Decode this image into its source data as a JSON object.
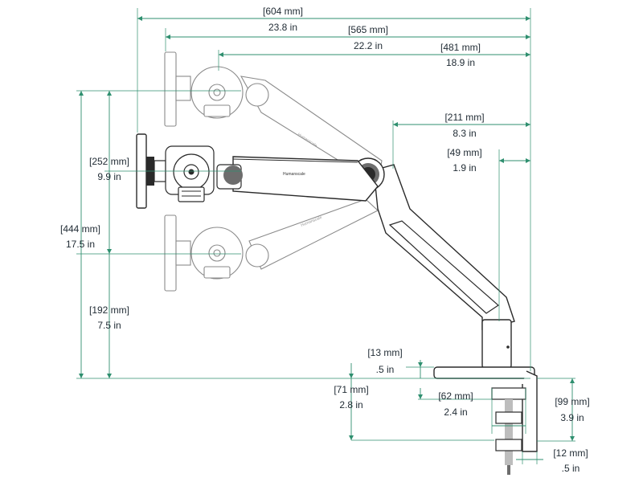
{
  "brand": "Humanscale",
  "colors": {
    "dimension_line": "#2f8f6f",
    "outline": "#2a2a2a",
    "text": "#1f2a33"
  },
  "dimensions": {
    "overall_reach": {
      "mm": "[604 mm]",
      "in": "23.8 in"
    },
    "mid_reach": {
      "mm": "[565 mm]",
      "in": "22.2 in"
    },
    "min_reach": {
      "mm": "[481 mm]",
      "in": "18.9 in"
    },
    "pivot_offset": {
      "mm": "[211 mm]",
      "in": "8.3 in"
    },
    "post_offset": {
      "mm": "[49 mm]",
      "in": "1.9 in"
    },
    "height_adjust": {
      "mm": "[252 mm]",
      "in": "9.9 in"
    },
    "max_height": {
      "mm": "[444 mm]",
      "in": "17.5 in"
    },
    "min_height": {
      "mm": "[192 mm]",
      "in": "7.5 in"
    },
    "base_thickness": {
      "mm": "[13 mm]",
      "in": ".5 in"
    },
    "clamp_depth": {
      "mm": "[71 mm]",
      "in": "2.8 in"
    },
    "clamp_width": {
      "mm": "[62 mm]",
      "in": "2.4 in"
    },
    "desk_range": {
      "mm": "[99 mm]",
      "in": "3.9 in"
    },
    "clamp_lip": {
      "mm": "[12 mm]",
      "in": ".5 in"
    }
  }
}
